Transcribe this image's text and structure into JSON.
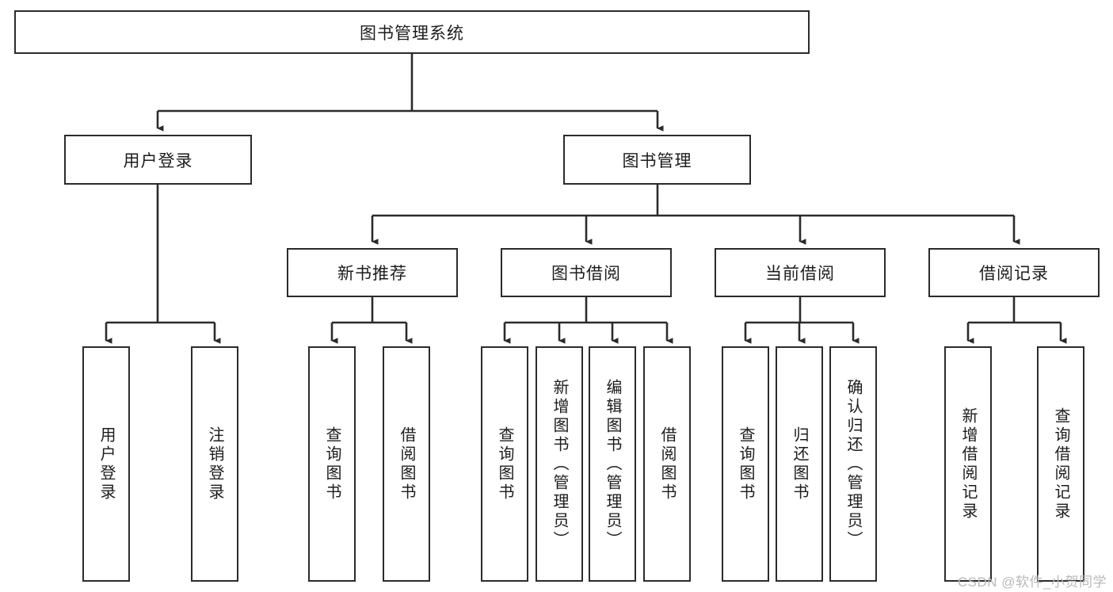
{
  "diagram": {
    "type": "tree",
    "title": "图书管理系统",
    "orientation": "top-down",
    "style": {
      "box_border_color": "#2b2b2b",
      "box_fill_color": "#ffffff",
      "edge_color": "#2b2b2b",
      "background": "#ffffff",
      "text_color": "#1c1c1c"
    },
    "root": {
      "id": "root",
      "label": "图书管理系统"
    },
    "level2": [
      {
        "id": "user-login",
        "label": "用户登录"
      },
      {
        "id": "book-manage",
        "label": "图书管理"
      }
    ],
    "level3": [
      {
        "id": "new-book-recommend",
        "label": "新书推荐",
        "parent": "book-manage"
      },
      {
        "id": "book-borrow",
        "label": "图书借阅",
        "parent": "book-manage"
      },
      {
        "id": "current-borrow",
        "label": "当前借阅",
        "parent": "book-manage"
      },
      {
        "id": "borrow-record",
        "label": "借阅记录",
        "parent": "book-manage"
      }
    ],
    "leaves": {
      "user_login": [
        {
          "id": "leaf-user-login",
          "label": "用户登录"
        },
        {
          "id": "leaf-user-logout",
          "label": "注销登录"
        }
      ],
      "new_book_recommend": [
        {
          "id": "leaf-query-book-1",
          "label": "查询图书"
        },
        {
          "id": "leaf-borrow-book-1",
          "label": "借阅图书"
        }
      ],
      "book_borrow": [
        {
          "id": "leaf-query-book-2",
          "label": "查询图书"
        },
        {
          "id": "leaf-add-book",
          "label": "新增图书（管理员）"
        },
        {
          "id": "leaf-edit-book",
          "label": "编辑图书（管理员）"
        },
        {
          "id": "leaf-borrow-book-2",
          "label": "借阅图书"
        }
      ],
      "current_borrow": [
        {
          "id": "leaf-query-book-3",
          "label": "查询图书"
        },
        {
          "id": "leaf-return-book",
          "label": "归还图书"
        },
        {
          "id": "leaf-confirm-return",
          "label": "确认归还（管理员）"
        }
      ],
      "borrow_record": [
        {
          "id": "leaf-add-record",
          "label": "新增借阅记录"
        },
        {
          "id": "leaf-query-record",
          "label": "查询借阅记录"
        }
      ]
    }
  },
  "watermark": {
    "text": "CSDN @软件_小贺同学"
  }
}
